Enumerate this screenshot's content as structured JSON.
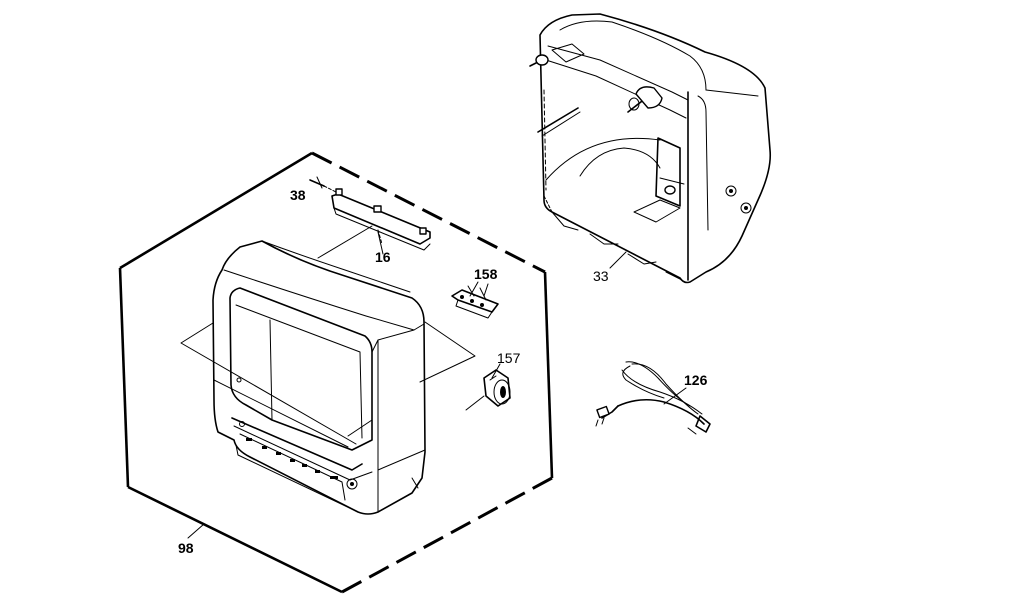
{
  "callouts": {
    "c38": "38",
    "c16": "16",
    "c158": "158",
    "c157": "157",
    "c33": "33",
    "c126": "126",
    "c98": "98"
  }
}
